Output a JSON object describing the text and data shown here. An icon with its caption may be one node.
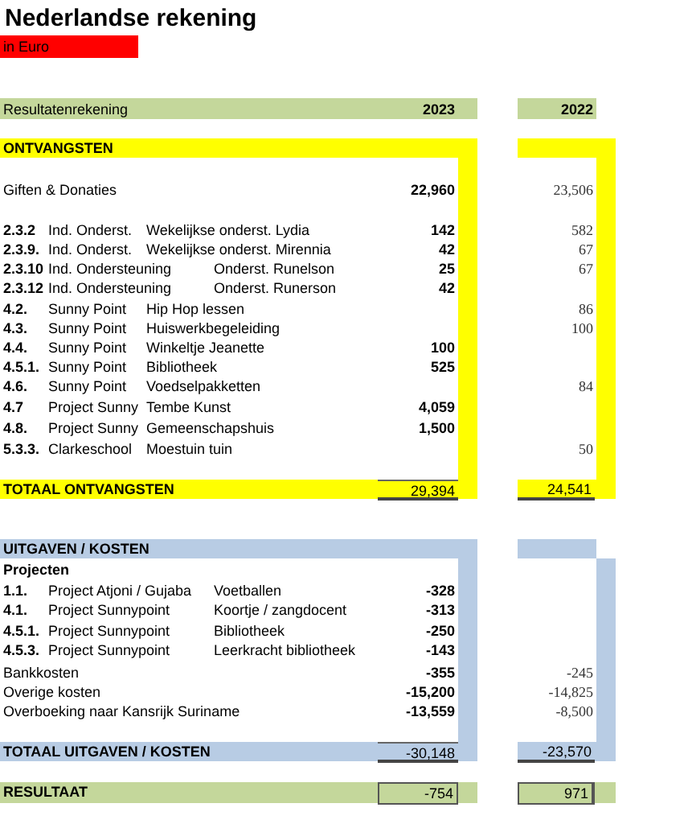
{
  "diagram": {
    "title": "Nederlandse rekening",
    "labels": [
      "in Euro",
      "Resultatenrekening",
      "2023",
      "2022",
      "ONTVANGSTEN",
      "Giften & Donaties",
      "22,960",
      "23,506",
      "2.3.2",
      "Ind. Onderst.",
      "Wekelijkse onderst. Lydia",
      "142",
      "582",
      "2.3.9.",
      "Ind. Onderst.",
      "Wekelijkse onderst. Mirennia",
      "42",
      "67",
      "2.3.10",
      "Ind. Ondersteuning",
      "Onderst. Runelson",
      "25",
      "67",
      "2.3.12",
      "Ind. Ondersteuning",
      "Onderst. Runerson",
      "42",
      "4.2.",
      "Sunny Point",
      "Hip Hop lessen",
      "86",
      "4.3.",
      "Sunny Point",
      "Huiswerkbegeleiding",
      "100",
      "4.4.",
      "Sunny Point",
      "Winkeltje Jeanette",
      "100",
      "4.5.1.",
      "Sunny Point",
      "Bibliotheek",
      "525",
      "4.6.",
      "Sunny Point",
      "Voedselpakketten",
      "84",
      "4.7",
      "Project Sunny",
      "Tembe Kunst",
      "4,059",
      "4.8.",
      "Project Sunny",
      "Gemeenschapshuis",
      "1,500",
      "5.3.3.",
      "Clarkeschool",
      "Moestuin tuin",
      "50",
      "TOTAAL ONTVANGSTEN",
      "29,394",
      "24,541",
      "UITGAVEN / KOSTEN",
      "Projecten",
      "1.1.",
      "Project Atjoni / Gujaba",
      "Voetballen",
      "-328",
      "4.1.",
      "Project Sunnypoint",
      "Koortje / zangdocent",
      "-313",
      "4.5.1.",
      "Project Sunnypoint",
      "Bibliotheek",
      "-250",
      "4.5.3.",
      "Project Sunnypoint",
      "Leerkracht bibliotheek",
      "-143",
      "Bankkosten",
      "-355",
      "-245",
      "Overige kosten",
      "-15,200",
      "-14,825",
      "Overboeking naar Kansrijk Suriname",
      "-13,559",
      "-8,500",
      "TOTAAL UITGAVEN / KOSTEN",
      "-30,148",
      "-23,570",
      "RESULTAAT",
      "-754",
      "971"
    ]
  }
}
